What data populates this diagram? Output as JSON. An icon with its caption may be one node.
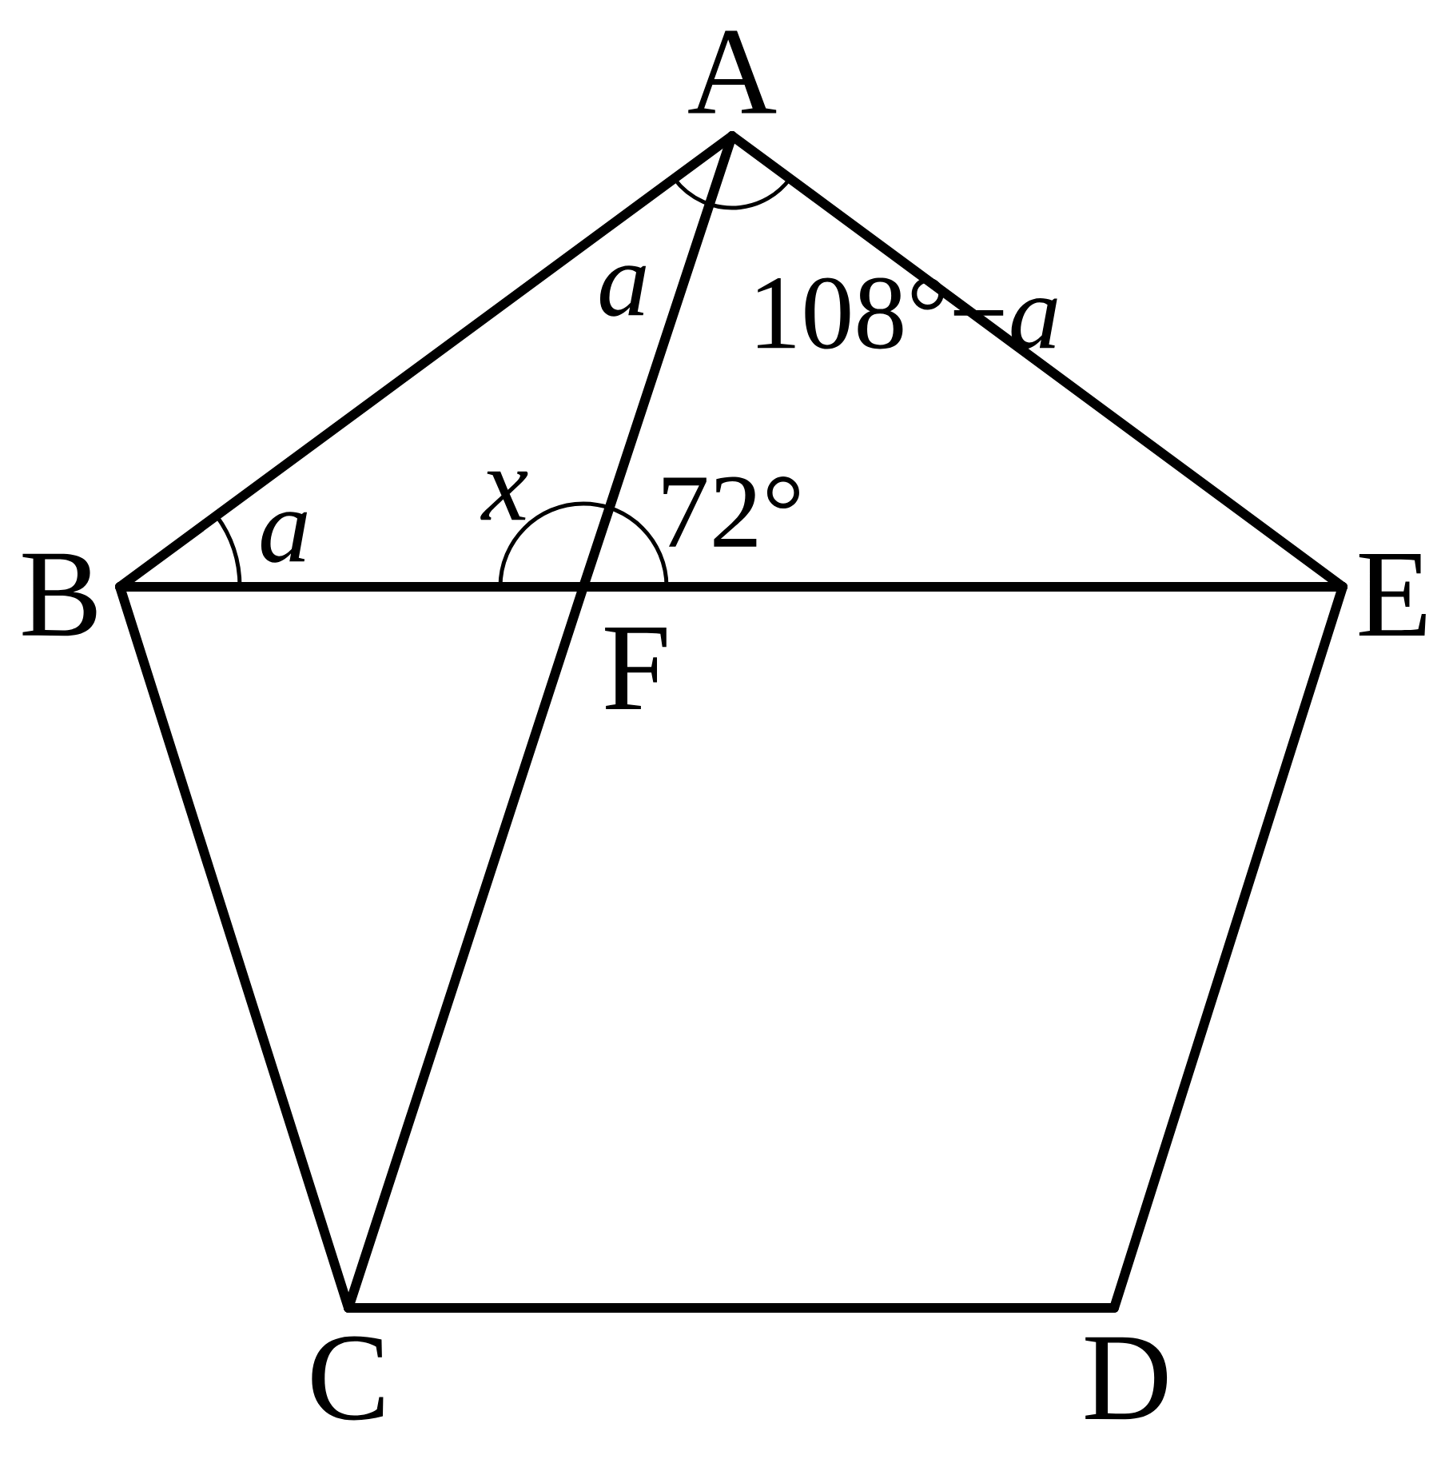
{
  "diagram": {
    "nodes": [
      {
        "text": [
          "A"
        ]
      },
      {
        "text": [
          "B"
        ]
      },
      {
        "text": [
          "C"
        ]
      },
      {
        "text": [
          "D"
        ]
      },
      {
        "text": [
          "E"
        ]
      },
      {
        "text": [
          "F"
        ]
      }
    ],
    "edges": [
      {
        "from": 0,
        "to": 1,
        "arrow": "none"
      },
      {
        "from": 1,
        "to": 2,
        "arrow": "none"
      },
      {
        "from": 2,
        "to": 3,
        "arrow": "none"
      },
      {
        "from": 3,
        "to": 4,
        "arrow": "none"
      },
      {
        "from": 4,
        "to": 0,
        "arrow": "none"
      },
      {
        "from": 1,
        "to": 5,
        "arrow": "none"
      },
      {
        "from": 5,
        "to": 4,
        "arrow": "none"
      },
      {
        "from": 0,
        "to": 5,
        "arrow": "none"
      },
      {
        "from": 5,
        "to": 2,
        "arrow": "none"
      }
    ],
    "labels": [
      "*a*",
      "108°−*a*",
      "*a*",
      "*x*",
      "72°"
    ]
  }
}
